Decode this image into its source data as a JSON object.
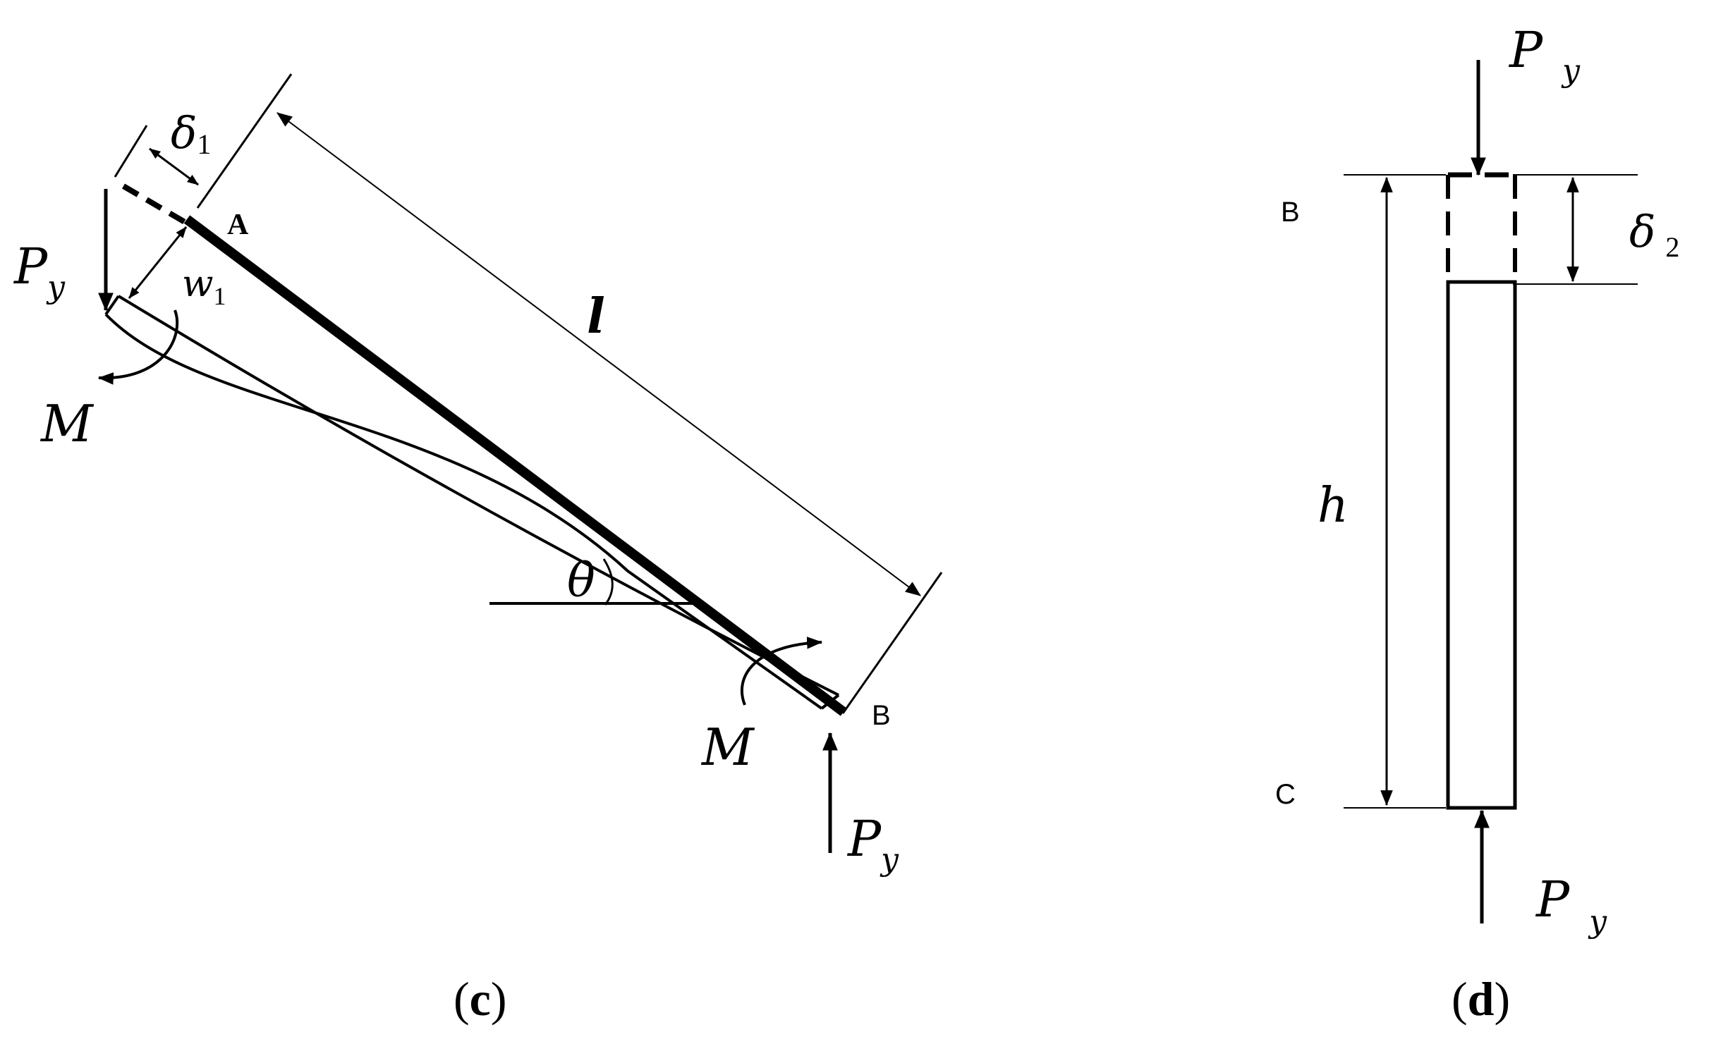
{
  "panel_c": {
    "caption": {
      "open": "(",
      "letter": "c",
      "close": ")"
    },
    "point_a": "A",
    "point_b": "B",
    "length_symbol": "l",
    "angle_symbol": "θ",
    "delta": {
      "symbol": "δ",
      "sub": "1"
    },
    "deflection": {
      "symbol": "w",
      "sub": "1"
    },
    "force_top": {
      "symbol": "P",
      "sub": "y"
    },
    "force_bottom": {
      "symbol": "P",
      "sub": "y"
    },
    "moment_top": "M",
    "moment_bottom": "M"
  },
  "panel_d": {
    "caption": {
      "open": "(",
      "letter": "d",
      "close": ")"
    },
    "point_b": "B",
    "point_c": "C",
    "height_symbol": "h",
    "delta": {
      "symbol": "δ",
      "sub": "2"
    },
    "force_top": {
      "symbol": "P",
      "sub": "y"
    },
    "force_bottom": {
      "symbol": "P",
      "sub": "y"
    }
  }
}
